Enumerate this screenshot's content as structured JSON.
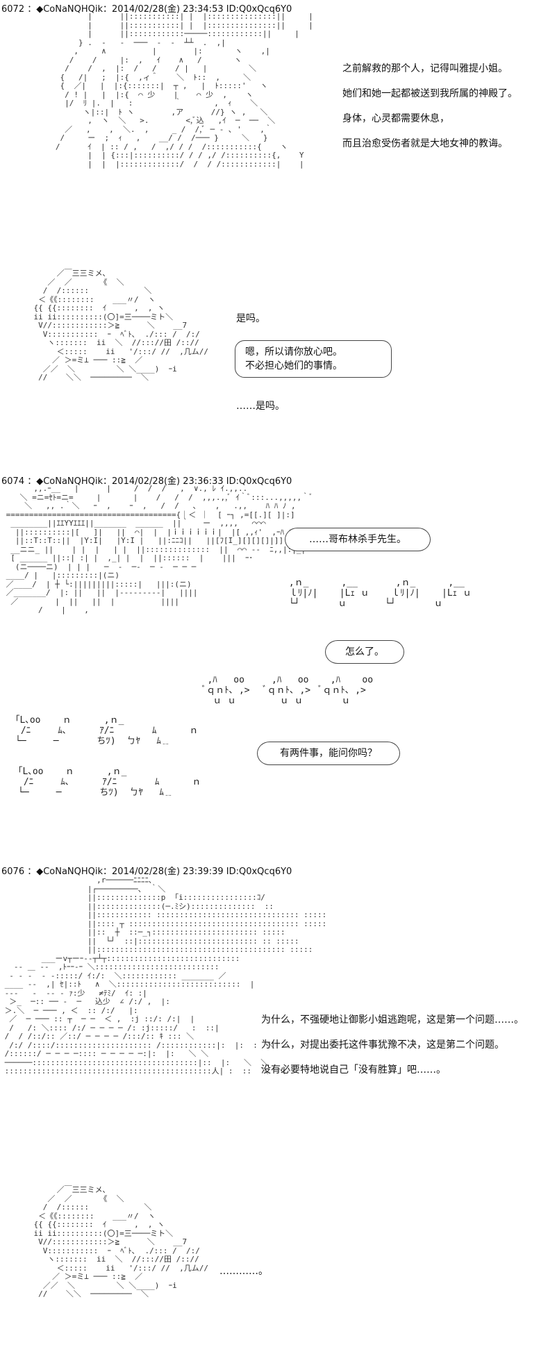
{
  "posts": [
    {
      "header": "6072 ：◆CoNaNQHQik：2014/02/28(金) 23:34:53 ID:Q0xQcq6Y0",
      "narration": [
        "之前解救的那个人，记得叫雅提小姐。",
        "她们和她一起都被送到我所属的神殿了。",
        "身体，心灵都需要休息，",
        "而且治愈受伤者就是大地女神的教诲。"
      ],
      "dialogue_1": "是吗。",
      "bubble_1": [
        "嗯，所以请你放心吧。",
        "不必担心她们的事情。"
      ],
      "dialogue_2": "……是吗。"
    },
    {
      "header": "6074 ：◆CoNaNQHQik：2014/02/28(金) 23:36:33 ID:Q0xQcq6Y0",
      "bubble_1": "……哥布林杀手先生。",
      "bubble_2": "怎么了。",
      "bubble_3": "有两件事，能问你吗？"
    },
    {
      "header": "6076 ：◆CoNaNQHQik：2014/02/28(金) 23:39:39 ID:Q0xQcq6Y0",
      "narration": [
        "为什么，不强硬地让御影小姐逃跑呢，这是第一个问题……。",
        "为什么，对提出委托这件事犹豫不决，这是第二个问题。",
        "没有必要特地说自己「没有胜算」吧……。"
      ],
      "dialogue_1": "…………。"
    }
  ]
}
